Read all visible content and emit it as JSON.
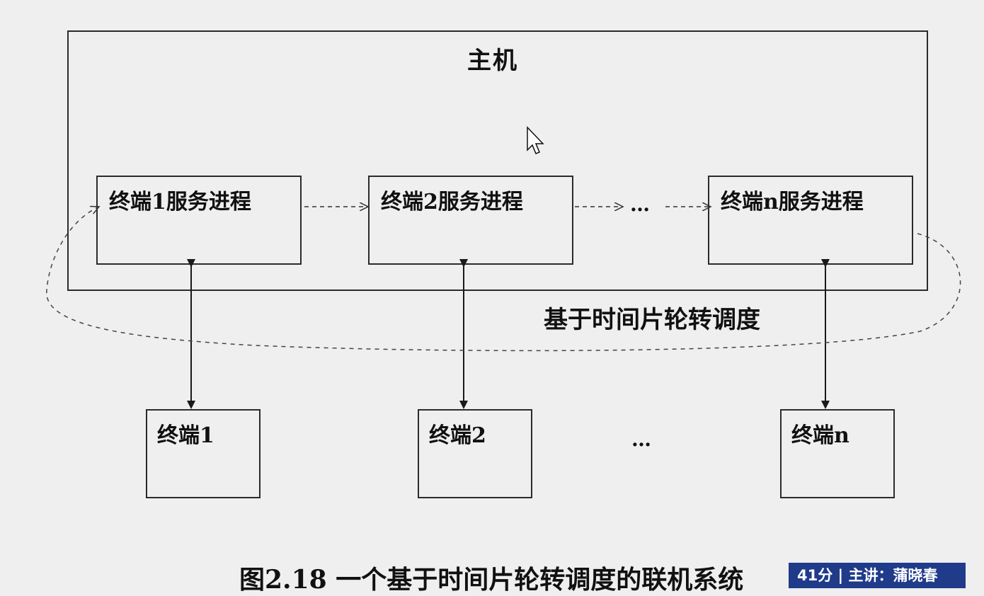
{
  "host": {
    "title": "主机"
  },
  "processes": [
    {
      "label": "终端1服务进程"
    },
    {
      "label": "终端2服务进程"
    },
    {
      "label": "终端n服务进程"
    }
  ],
  "process_ellipsis": "…",
  "terminals": [
    {
      "label": "终端1"
    },
    {
      "label": "终端2"
    },
    {
      "label": "终端n"
    }
  ],
  "terminal_ellipsis": "…",
  "schedule_label": "基于时间片轮转调度",
  "caption": "图2.18 一个基于时间片轮转调度的联机系统",
  "badge": "41分 | 主讲：蒲晓春"
}
